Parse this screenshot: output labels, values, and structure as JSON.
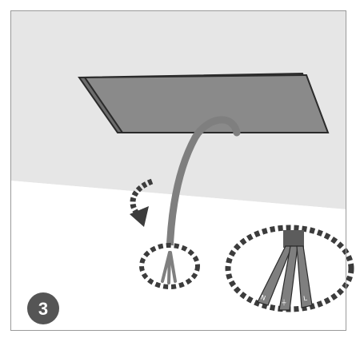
{
  "step": {
    "number": "3",
    "badge_color": "#555555"
  },
  "illustration": {
    "subject": "ceiling-fixture-installation",
    "components": [
      "ceiling-plate",
      "power-cable",
      "rotate-arrow",
      "wire-close-up"
    ],
    "wire_labels": [
      "N",
      "⏚",
      "L"
    ],
    "colors": {
      "background_wall": "#e6e6e6",
      "background_floor": "#ffffff",
      "plate": "#8a8a8a",
      "cable": "#7f7f7f",
      "outline": "#2b2b2b",
      "dashed_circle": "#3c3c3c",
      "frame_border": "#9a9a9a"
    },
    "icons": {
      "rotate": "curved-arrow-icon"
    }
  }
}
